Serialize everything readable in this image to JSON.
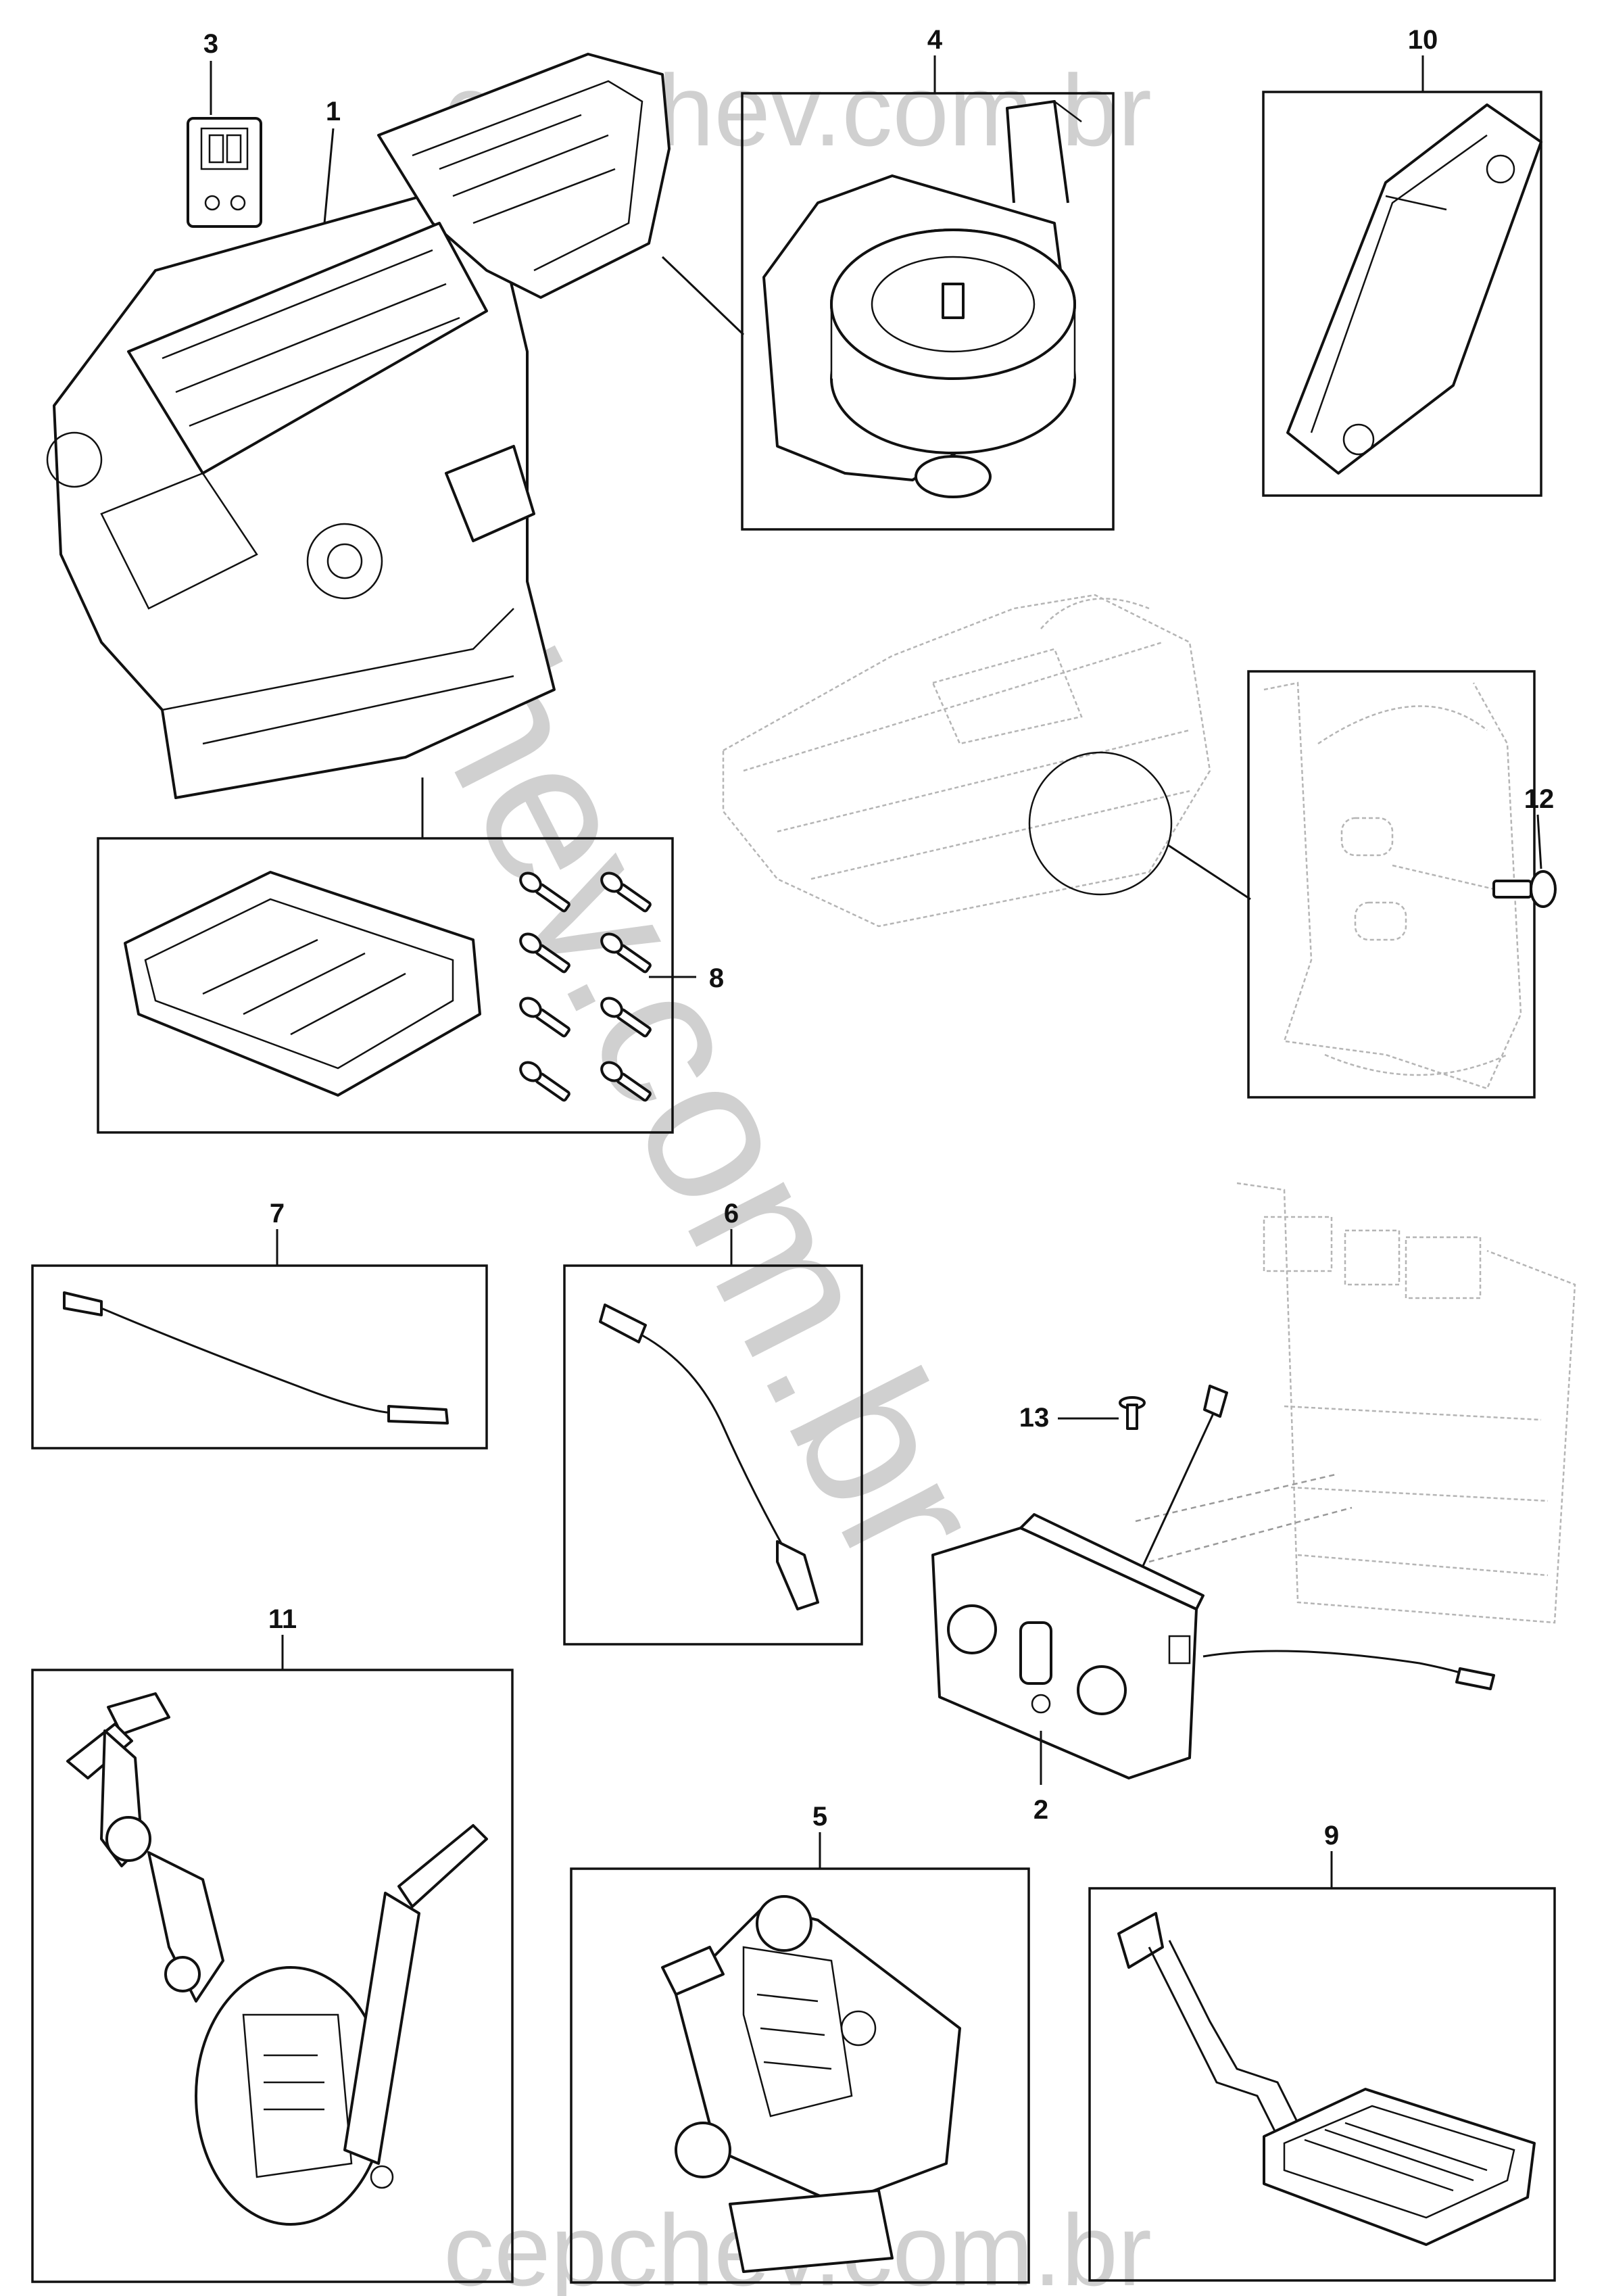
{
  "watermark": {
    "top": "cepchev.com.br",
    "diagonal": "cepchev.com.br",
    "bottom": "cepchev.com.br"
  },
  "callouts": {
    "c1": "1",
    "c2": "2",
    "c3": "3",
    "c4": "4",
    "c5": "5",
    "c6": "6",
    "c7": "7",
    "c8": "8",
    "c9": "9",
    "c10": "10",
    "c11": "11",
    "c12": "12",
    "c13": "13"
  }
}
